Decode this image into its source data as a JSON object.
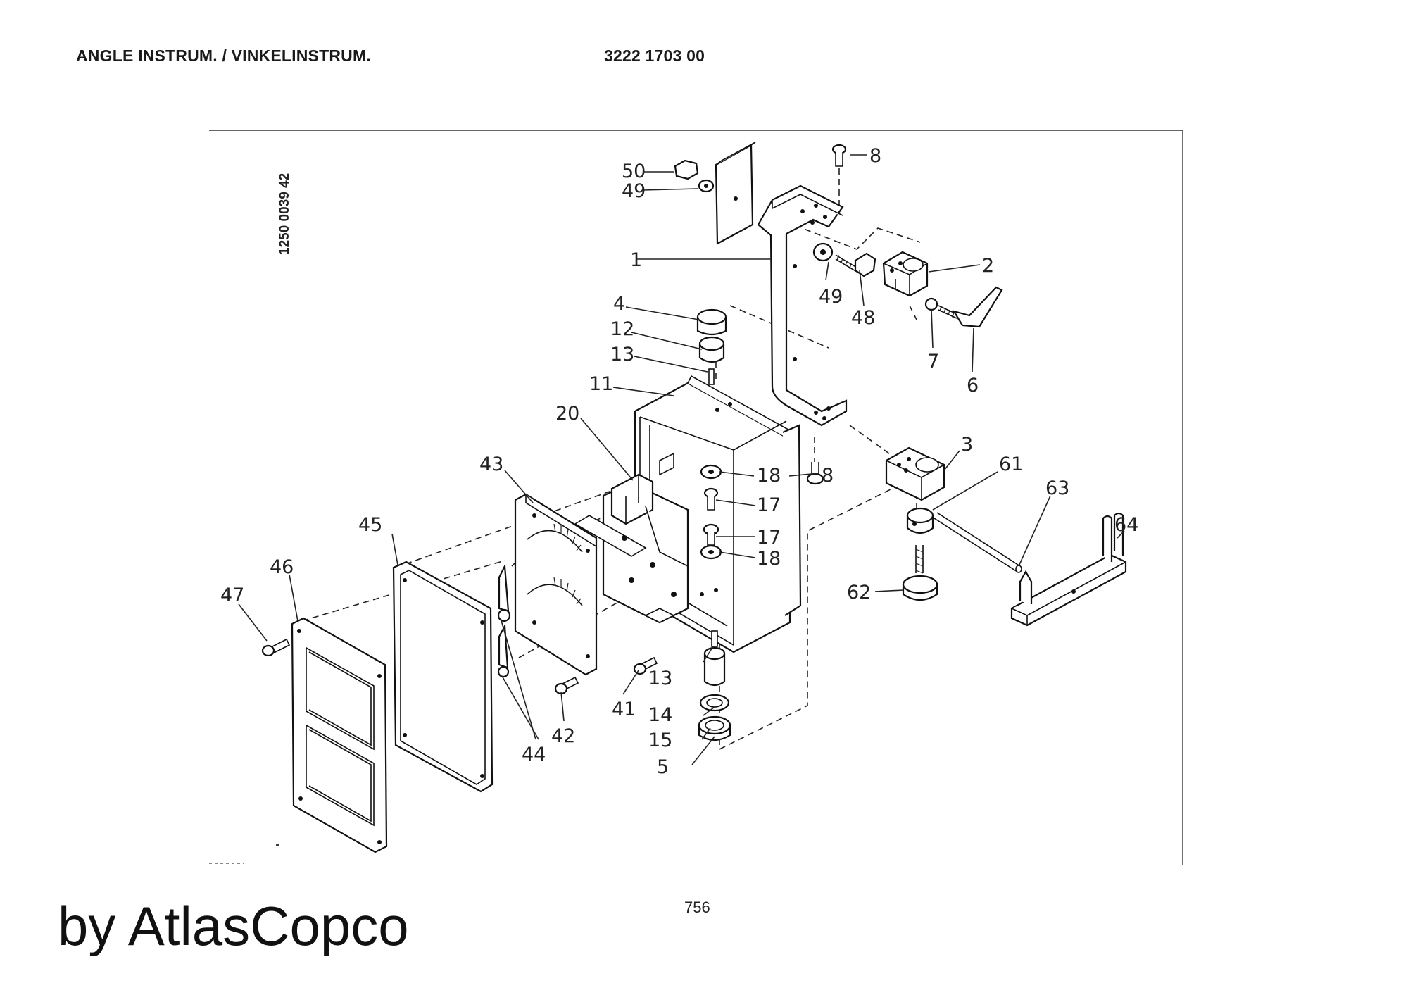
{
  "header": {
    "title": "ANGLE INSTRUM. / VINKELINSTRUM.",
    "part_number": "3222 1703 00"
  },
  "diagram": {
    "drawing_number": "1250 0039 42",
    "callouts": [
      "1",
      "2",
      "3",
      "4",
      "5",
      "6",
      "7",
      "8",
      "8",
      "11",
      "12",
      "13",
      "13",
      "14",
      "15",
      "17",
      "17",
      "18",
      "18",
      "20",
      "41",
      "42",
      "43",
      "44",
      "45",
      "46",
      "47",
      "48",
      "49",
      "49",
      "50",
      "61",
      "62",
      "63",
      "64"
    ]
  },
  "footer": {
    "page_number": "756",
    "watermark": "by AtlasCopco"
  }
}
